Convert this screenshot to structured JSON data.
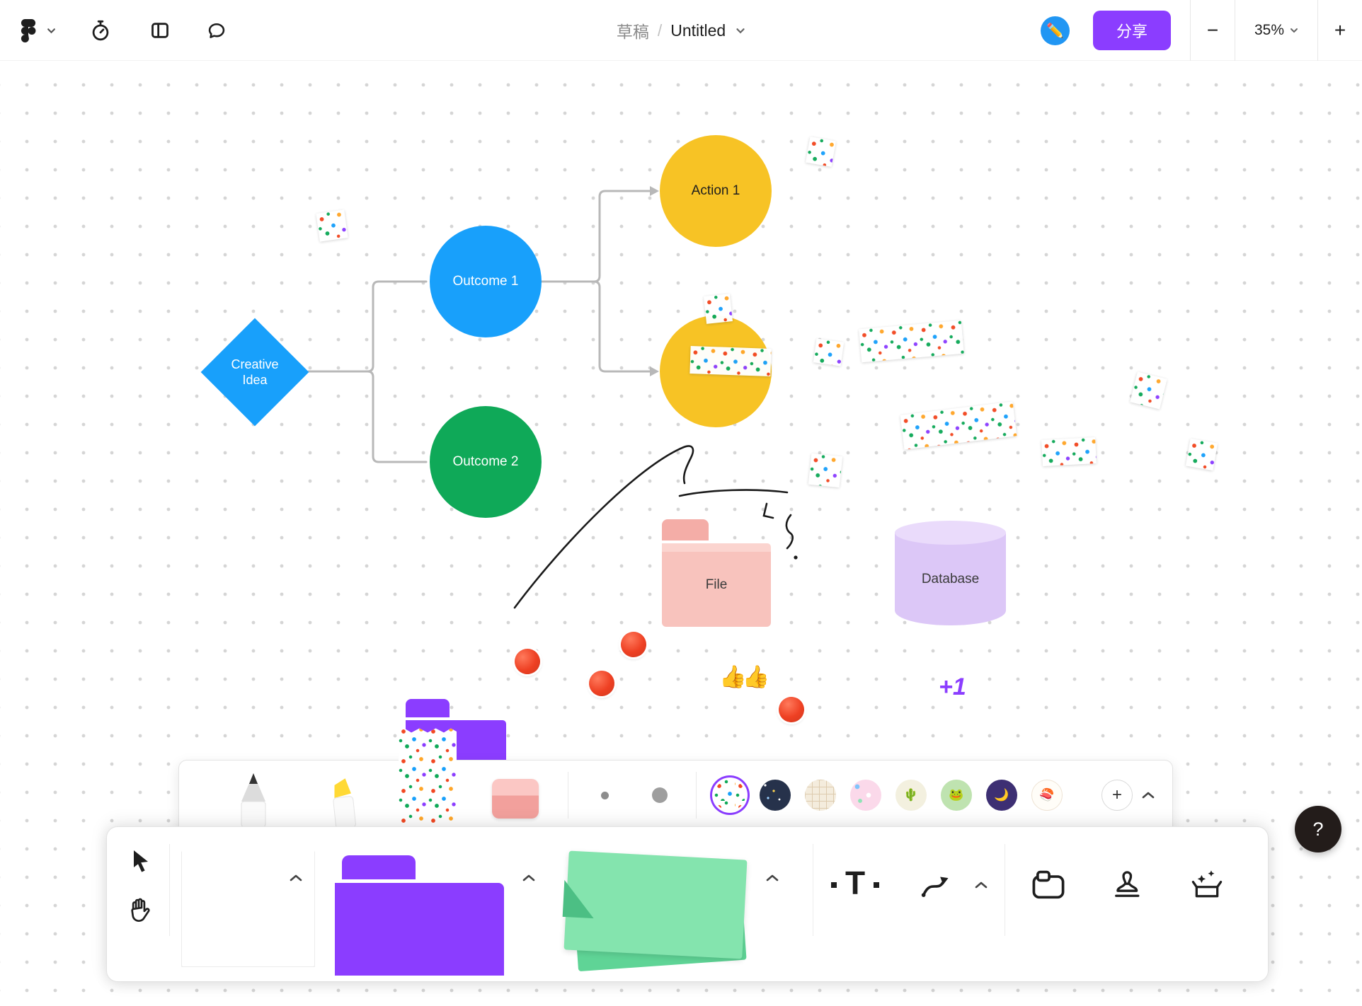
{
  "topbar": {
    "breadcrumb": {
      "folder": "草稿",
      "separator": "/",
      "title": "Untitled"
    },
    "share_label": "分享",
    "zoom": {
      "value": "35%",
      "minus": "−",
      "plus": "+"
    },
    "avatar_emoji": "✏️"
  },
  "canvas": {
    "diamond_label": "Creative Idea",
    "outcome1_label": "Outcome 1",
    "outcome2_label": "Outcome 2",
    "action1_label": "Action 1",
    "file_label": "File",
    "database_label": "Database",
    "stickers": {
      "thumbs": "👍👍",
      "plus_one": "+1"
    }
  },
  "toolbar": {
    "swatches": [
      "confetti",
      "night-sky",
      "grid-paper",
      "floral",
      "cactus",
      "frog",
      "moon",
      "sushi"
    ],
    "swatch_emoji": {
      "cactus": "🌵",
      "frog": "🐸",
      "moon": "🌙",
      "sushi": "🍣"
    },
    "add_label": "+"
  },
  "help_label": "?",
  "colors": {
    "accent_purple": "#8b3dff",
    "shape_blue": "#18a0fb",
    "shape_green": "#0fa958",
    "shape_yellow": "#f7c325",
    "shape_pink": "#f8c3bd",
    "shape_lavender": "#dcc7f7",
    "connector_gray": "#b8b8b8"
  }
}
